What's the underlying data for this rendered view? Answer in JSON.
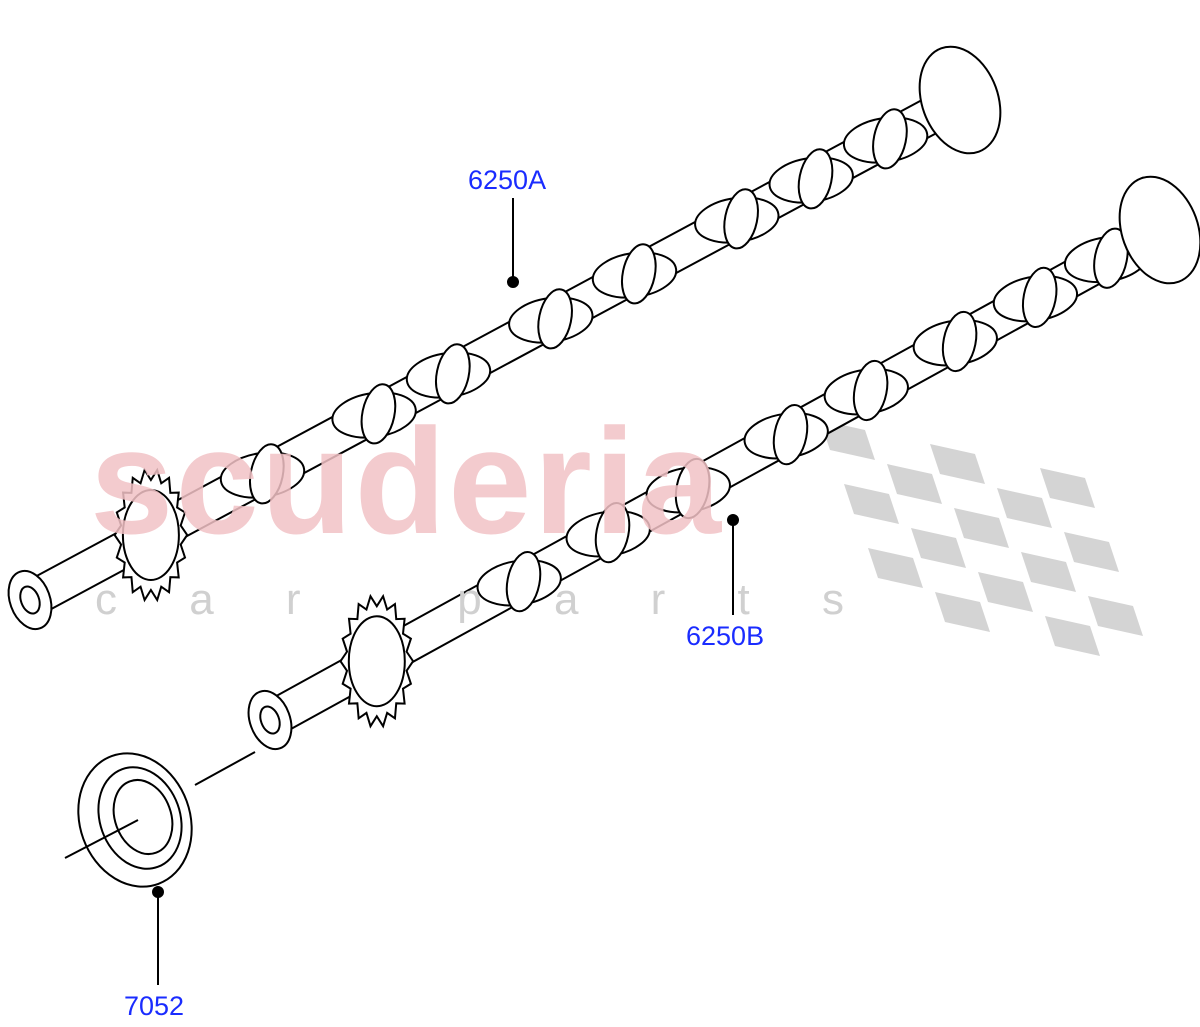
{
  "watermark": {
    "brand": "scuderia",
    "sub": "c a r   p a r t s",
    "color": "#f2c2c6",
    "flag_color": "#d4d4d4"
  },
  "callouts": [
    {
      "label": "6250A",
      "part": "camshaft-upper"
    },
    {
      "label": "6250B",
      "part": "camshaft-lower"
    },
    {
      "label": "7052",
      "part": "oil-seal"
    }
  ],
  "colors": {
    "callout": "#1a2cff",
    "line": "#000000"
  }
}
